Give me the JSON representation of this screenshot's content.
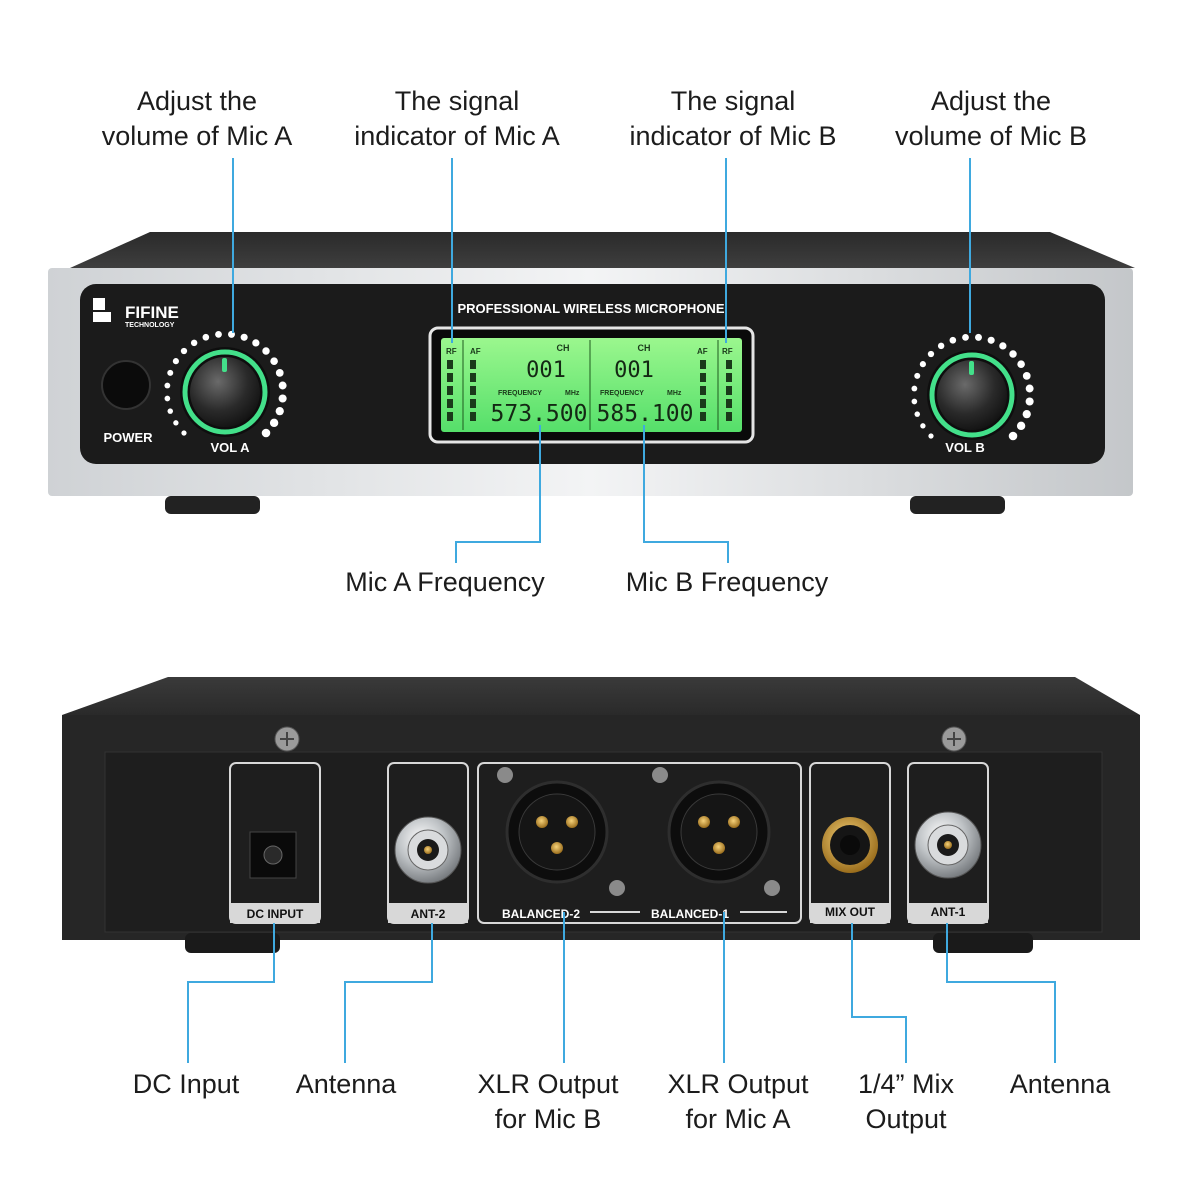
{
  "callouts_front": {
    "vol_a": [
      "Adjust the",
      "volume of Mic A"
    ],
    "sig_a": [
      "The signal",
      "indicator of Mic A"
    ],
    "sig_b": [
      "The signal",
      "indicator of Mic B"
    ],
    "vol_b": [
      "Adjust the",
      "volume of Mic B"
    ],
    "freq_a": "Mic A Frequency",
    "freq_b": "Mic B Frequency"
  },
  "callouts_rear": {
    "dc": "DC Input",
    "ant2": "Antenna",
    "xlr_b": [
      "XLR Output",
      "for Mic B"
    ],
    "xlr_a": [
      "XLR Output",
      "for Mic A"
    ],
    "mix": [
      "1/4” Mix",
      "Output"
    ],
    "ant1": "Antenna"
  },
  "front_panel": {
    "brand": "FIFINE",
    "brand_sub": "TECHNOLOGY",
    "model": "PROFESSIONAL WIRELESS MICROPHONE",
    "power_label": "POWER",
    "vol_a_label": "VOL A",
    "vol_b_label": "VOL B",
    "lcd": {
      "ch_label": "CH",
      "freq_label": "FREQUENCY",
      "mhz_label": "MHz",
      "rf_label": "RF",
      "af_label": "AF",
      "ch_a": "001",
      "ch_b": "001",
      "freq_a": "573.500",
      "freq_b": "585.100"
    }
  },
  "rear_panel": {
    "dc_input": "DC INPUT",
    "ant2": "ANT-2",
    "balanced2": "BALANCED-2",
    "balanced1": "BALANCED-1",
    "mix_out": "MIX OUT",
    "ant1": "ANT-1"
  },
  "colors": {
    "callout_line": "#3fa9df",
    "lcd_green": "#7cf07a",
    "knob_ring": "#43e08a"
  }
}
